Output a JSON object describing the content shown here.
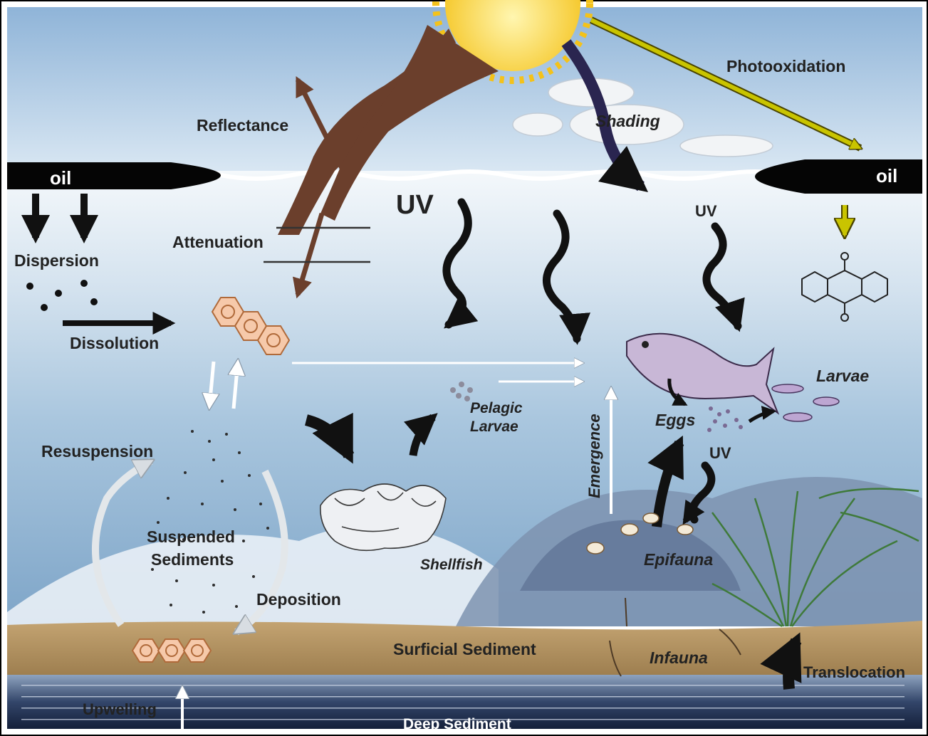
{
  "labels": {
    "oil_left": "oil",
    "oil_right": "oil",
    "photooxidation": "Photooxidation",
    "reflectance": "Reflectance",
    "shading": "Shading",
    "uv_main": "UV",
    "uv_right": "UV",
    "uv_lower": "UV",
    "attenuation": "Attenuation",
    "dispersion": "Dispersion",
    "dissolution": "Dissolution",
    "pelagic_larvae_1": "Pelagic",
    "pelagic_larvae_2": "Larvae",
    "larvae": "Larvae",
    "eggs": "Eggs",
    "emergence": "Emergence",
    "resuspension": "Resuspension",
    "suspended_1": "Suspended",
    "suspended_2": "Sediments",
    "shellfish": "Shellfish",
    "epifauna": "Epifauna",
    "deposition": "Deposition",
    "surficial_sediment": "Surficial Sediment",
    "infauna": "Infauna",
    "translocation": "Translocation",
    "upwelling": "Upwelling",
    "deep_sediment": "Deep Sediment"
  },
  "colors": {
    "oil": "#050505",
    "reflectance_arrow": "#6b3f2c",
    "photooxidation_arrow": "#c9c400",
    "shading_arrow": "#2a2550",
    "sun": "#f7d020",
    "sediment": "#b59461",
    "deep_sediment": "#1d2b45",
    "pah_ring": "#f6c9aa"
  },
  "icons": {
    "sun": "sun-icon",
    "pah": "pah-molecule-icon",
    "anthraquinone": "anthraquinone-molecule-icon",
    "fish": "fish-icon",
    "shellfish": "shellfish-icon",
    "crab": "crab-icon",
    "seagrass": "seagrass-icon"
  }
}
